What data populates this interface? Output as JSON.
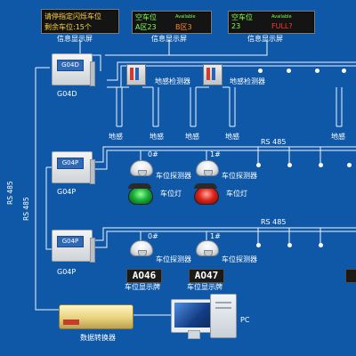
{
  "signs": [
    {
      "line1": "请停指定闪烁车位",
      "line2": "剩余车位:15个",
      "caption": "信息显示屏"
    },
    {
      "line1": "空车位",
      "line1_small": "Available",
      "line2_left": "A区23",
      "line2_right": "B区3",
      "caption": "信息显示屏"
    },
    {
      "line1": "空车位",
      "line1_small": "Available",
      "line2_left": "23",
      "line2_right": "FULL?",
      "caption": "信息显示屏"
    }
  ],
  "controllers": {
    "top": {
      "badge": "G04D",
      "caption": "G04D"
    },
    "mid": {
      "badge": "G04P",
      "caption": "G04P"
    },
    "bottom": {
      "badge": "G04P",
      "caption": "G04P"
    }
  },
  "row1": {
    "detector_label": "地感检测器",
    "ground_labels": [
      "地感",
      "地感",
      "地感",
      "地感",
      "地感"
    ]
  },
  "row2": {
    "bus_label": "RS 485",
    "slot_ids": [
      "0#",
      "1#"
    ],
    "detector_label": "车位探测器",
    "light_label": "车位灯"
  },
  "row3": {
    "bus_label": "RS 485",
    "slot_ids": [
      "0#",
      "1#"
    ],
    "detector_label": "车位探测器",
    "panel_values": [
      "AO46",
      "AO47"
    ],
    "panel_label": "车位显示牌"
  },
  "vertical_bus": [
    "RS 485",
    "RS 485"
  ],
  "converter_label": "数据转换器",
  "pc_label": "PC",
  "colors": {
    "background": "#0f58a8",
    "led_text": "#ffd23a",
    "led_green": "#7dff4f",
    "led_orange": "#ff8a1a",
    "led_red": "#ff3a2a"
  }
}
